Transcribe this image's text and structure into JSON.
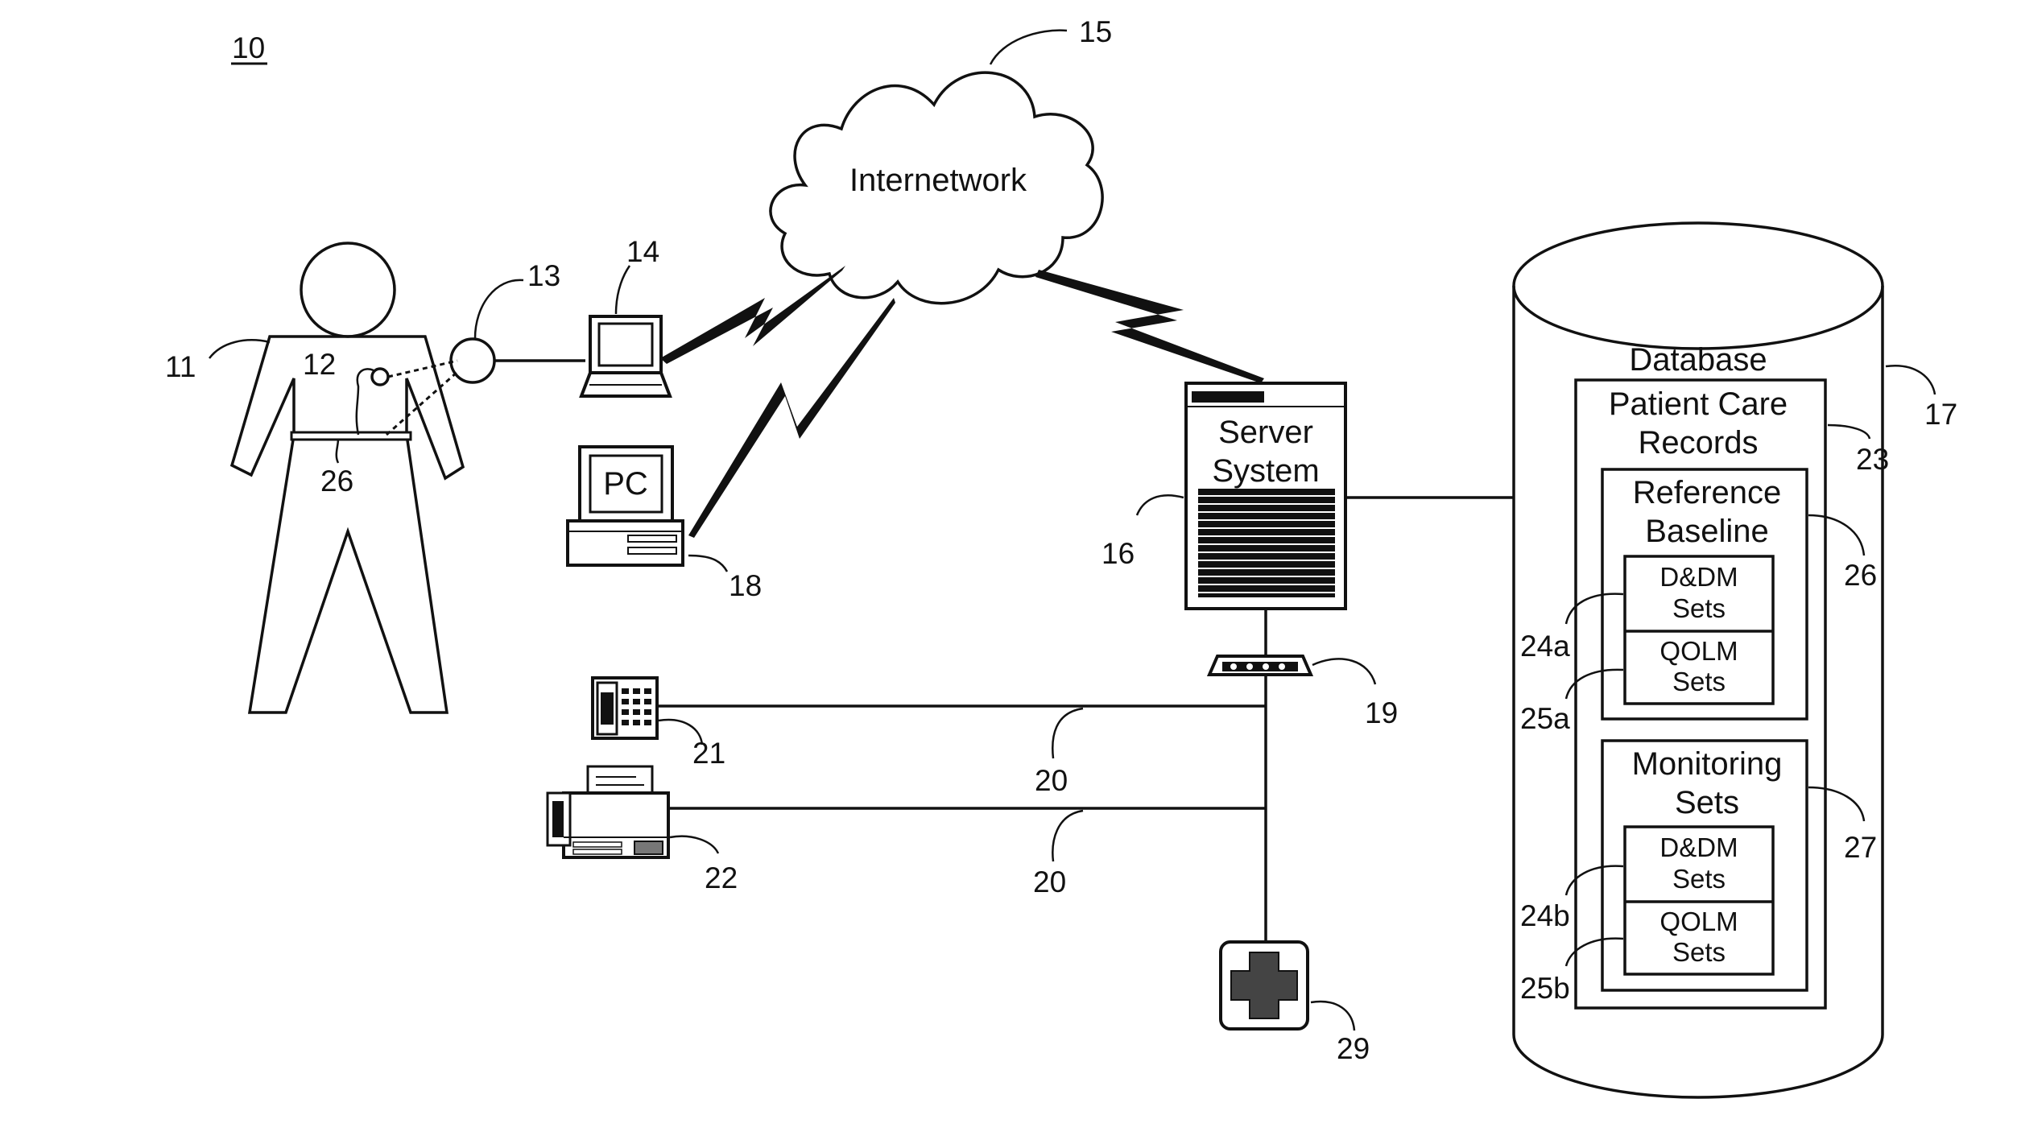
{
  "figure": {
    "number": "10"
  },
  "cloud": {
    "label": "Internetwork",
    "ref": "15"
  },
  "patient": {
    "ref": "11",
    "sensor_ref": "12",
    "belt_ref": "26"
  },
  "monitor": {
    "ref": "13"
  },
  "laptop": {
    "ref": "14"
  },
  "pc": {
    "label": "PC",
    "ref": "18"
  },
  "server": {
    "label_line1": "Server",
    "label_line2": "System",
    "ref": "16"
  },
  "modem": {
    "ref": "19"
  },
  "lines": {
    "ref_upper": "20",
    "ref_lower": "20"
  },
  "telephone": {
    "ref": "21"
  },
  "fax": {
    "ref": "22"
  },
  "medical": {
    "ref": "29"
  },
  "database": {
    "title": "Database",
    "ref": "17",
    "records": {
      "line1": "Patient Care",
      "line2": "Records",
      "ref": "23",
      "reference_baseline": {
        "line1": "Reference",
        "line2": "Baseline",
        "ref": "26",
        "ddm": {
          "line1": "D&DM",
          "line2": "Sets",
          "ref": "24a"
        },
        "qolm": {
          "line1": "QOLM",
          "line2": "Sets",
          "ref": "25a"
        }
      },
      "monitoring_sets": {
        "line1": "Monitoring",
        "line2": "Sets",
        "ref": "27",
        "ddm": {
          "line1": "D&DM",
          "line2": "Sets",
          "ref": "24b"
        },
        "qolm": {
          "line1": "QOLM",
          "line2": "Sets",
          "ref": "25b"
        }
      }
    }
  }
}
